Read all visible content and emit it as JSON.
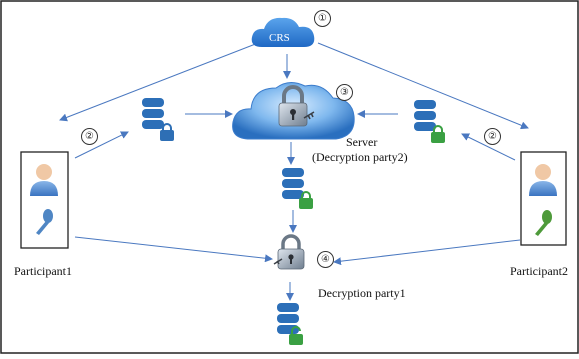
{
  "crs_label": "CRS",
  "server_label": "Server",
  "server_sublabel": "(Decryption party2)",
  "decryption_party1_label": "Decryption party1",
  "participant1_label": "Participant1",
  "participant2_label": "Participant2",
  "step_markers": [
    "①",
    "②",
    "②",
    "③",
    "④"
  ],
  "colors": {
    "arrow": "#4a78c0",
    "cloud": "#2f7fd3",
    "database": "#2c6fb8",
    "lock_green": "#3aa043",
    "lock_blue": "#2e6fb5",
    "key_participant1": "#4f86c4",
    "key_participant2": "#4e9a3a"
  },
  "icons": [
    "cloud-icon",
    "database-icon",
    "lock-icon",
    "user-icon",
    "key-icon",
    "padlock-icon"
  ]
}
